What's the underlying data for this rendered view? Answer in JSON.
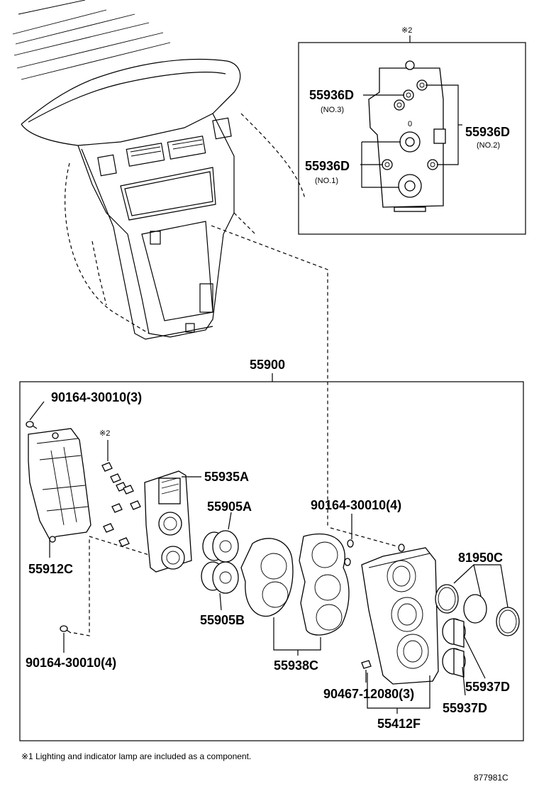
{
  "labels": {
    "ref_note_inset": "※2",
    "ref_note_small": "※2",
    "assembly": "55900",
    "p55936d_no3": "55936D",
    "no3": "(NO.3)",
    "p55936d_no2": "55936D",
    "no2": "(NO.2)",
    "p55936d_no1": "55936D",
    "no1": "(NO.1)",
    "screw_top": "90164-30010(3)",
    "p55935a": "55935A",
    "p55905a": "55905A",
    "screw_mid": "90164-30010(4)",
    "p81950c": "81950C",
    "p55912c": "55912C",
    "p55905b": "55905B",
    "screw_bottom": "90164-30010(4)",
    "p55938c": "55938C",
    "p55937d_a": "55937D",
    "p55937d_b": "55937D",
    "screw_90467": "90467-12080(3)",
    "p55412f": "55412F",
    "footnote": "※1 Lighting and indicator lamp are included as a component.",
    "figure_id": "877981C"
  }
}
